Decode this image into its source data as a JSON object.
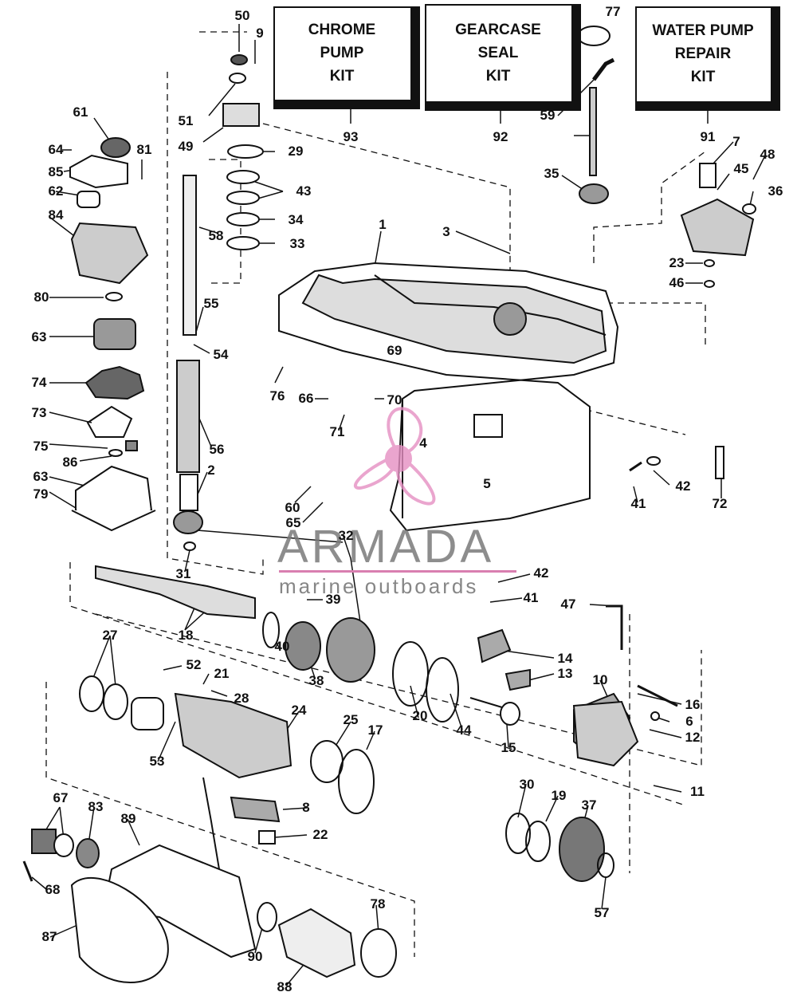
{
  "kits": [
    {
      "id": "chrome-pump-kit",
      "label": "CHROME PUMP KIT",
      "lines": [
        "CHROME",
        "PUMP",
        "KIT"
      ],
      "number": "93"
    },
    {
      "id": "gearcase-seal-kit",
      "label": "GEARCASE SEAL KIT",
      "lines": [
        "GEARCASE",
        "SEAL",
        "KIT"
      ],
      "number": "92"
    },
    {
      "id": "water-pump-repair-kit",
      "label": "WATER PUMP REPAIR KIT",
      "lines": [
        "WATER PUMP",
        "REPAIR",
        "KIT"
      ],
      "number": "91"
    }
  ],
  "watermark": {
    "name": "ARMADA",
    "tagline": "marine outboards",
    "accent_color": "#d97fb0"
  },
  "callouts": [
    "50",
    "9",
    "77",
    "51",
    "49",
    "29",
    "43",
    "34",
    "33",
    "58",
    "61",
    "64",
    "85",
    "81",
    "62",
    "84",
    "80",
    "63",
    "74",
    "73",
    "75",
    "86",
    "63",
    "79",
    "55",
    "54",
    "56",
    "2",
    "1",
    "3",
    "59",
    "35",
    "7",
    "48",
    "45",
    "36",
    "23",
    "46",
    "69",
    "66",
    "70",
    "76",
    "71",
    "4",
    "5",
    "60",
    "65",
    "32",
    "31",
    "42",
    "41",
    "72",
    "42",
    "41",
    "39",
    "47",
    "18",
    "27",
    "52",
    "21",
    "28",
    "40",
    "38",
    "14",
    "13",
    "10",
    "16",
    "6",
    "12",
    "20",
    "44",
    "15",
    "53",
    "24",
    "25",
    "17",
    "11",
    "8",
    "22",
    "67",
    "83",
    "89",
    "30",
    "19",
    "37",
    "68",
    "87",
    "90",
    "88",
    "78",
    "57"
  ],
  "colors": {
    "line": "#111111",
    "background": "#ffffff",
    "logo": "#e58fc2"
  }
}
